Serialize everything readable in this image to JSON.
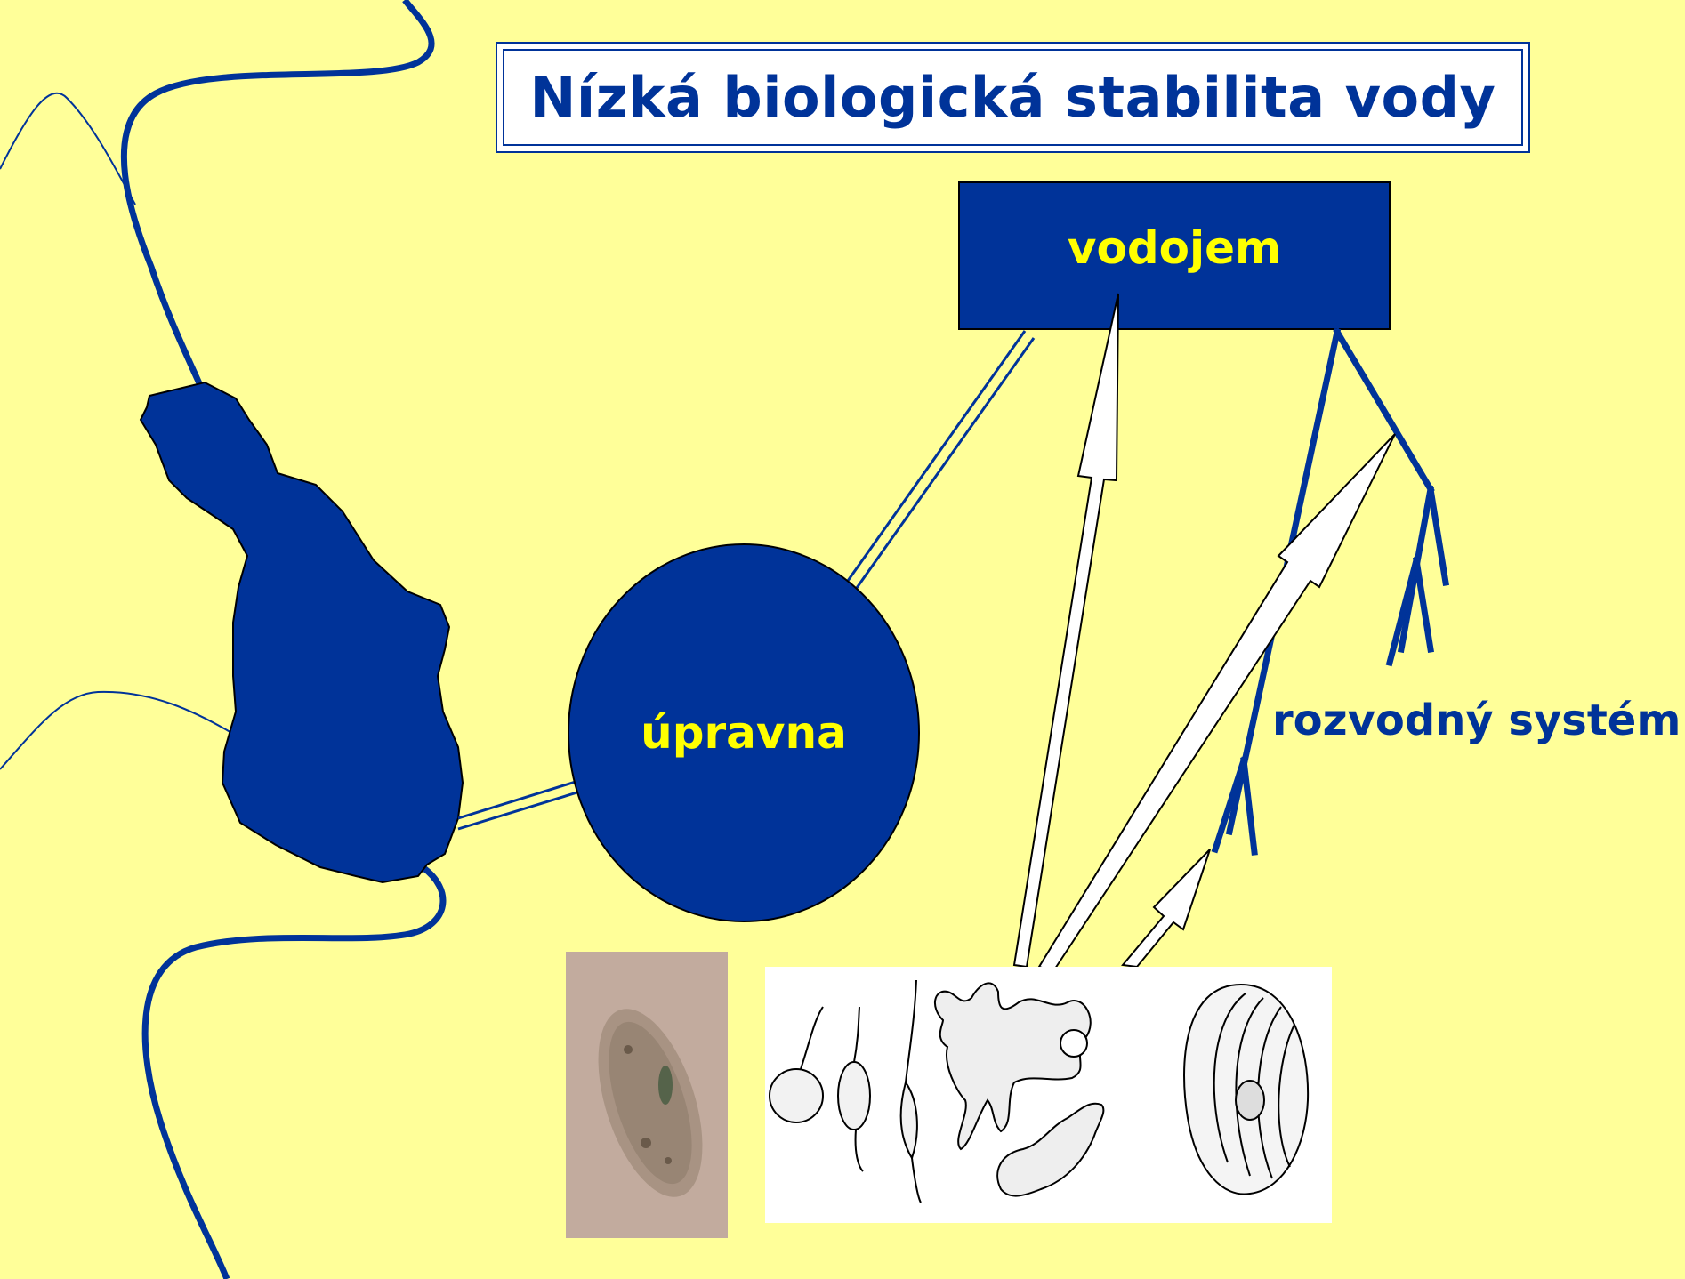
{
  "title": "Nízká biologická stabilita vody",
  "nodes": {
    "reservoir": "vodojem",
    "treatment_plant": "úpravna",
    "distribution": "rozvodný systém"
  },
  "colors": {
    "background": "#ffff99",
    "primary_blue": "#003399",
    "label_yellow": "#ffff00",
    "arrow_fill": "#ffffff"
  },
  "icons": {
    "lake": "lake-shape",
    "river": "river-line",
    "microscope_photo": "ciliate-micrograph",
    "protozoa_drawings": "protozoa-line-drawings"
  }
}
